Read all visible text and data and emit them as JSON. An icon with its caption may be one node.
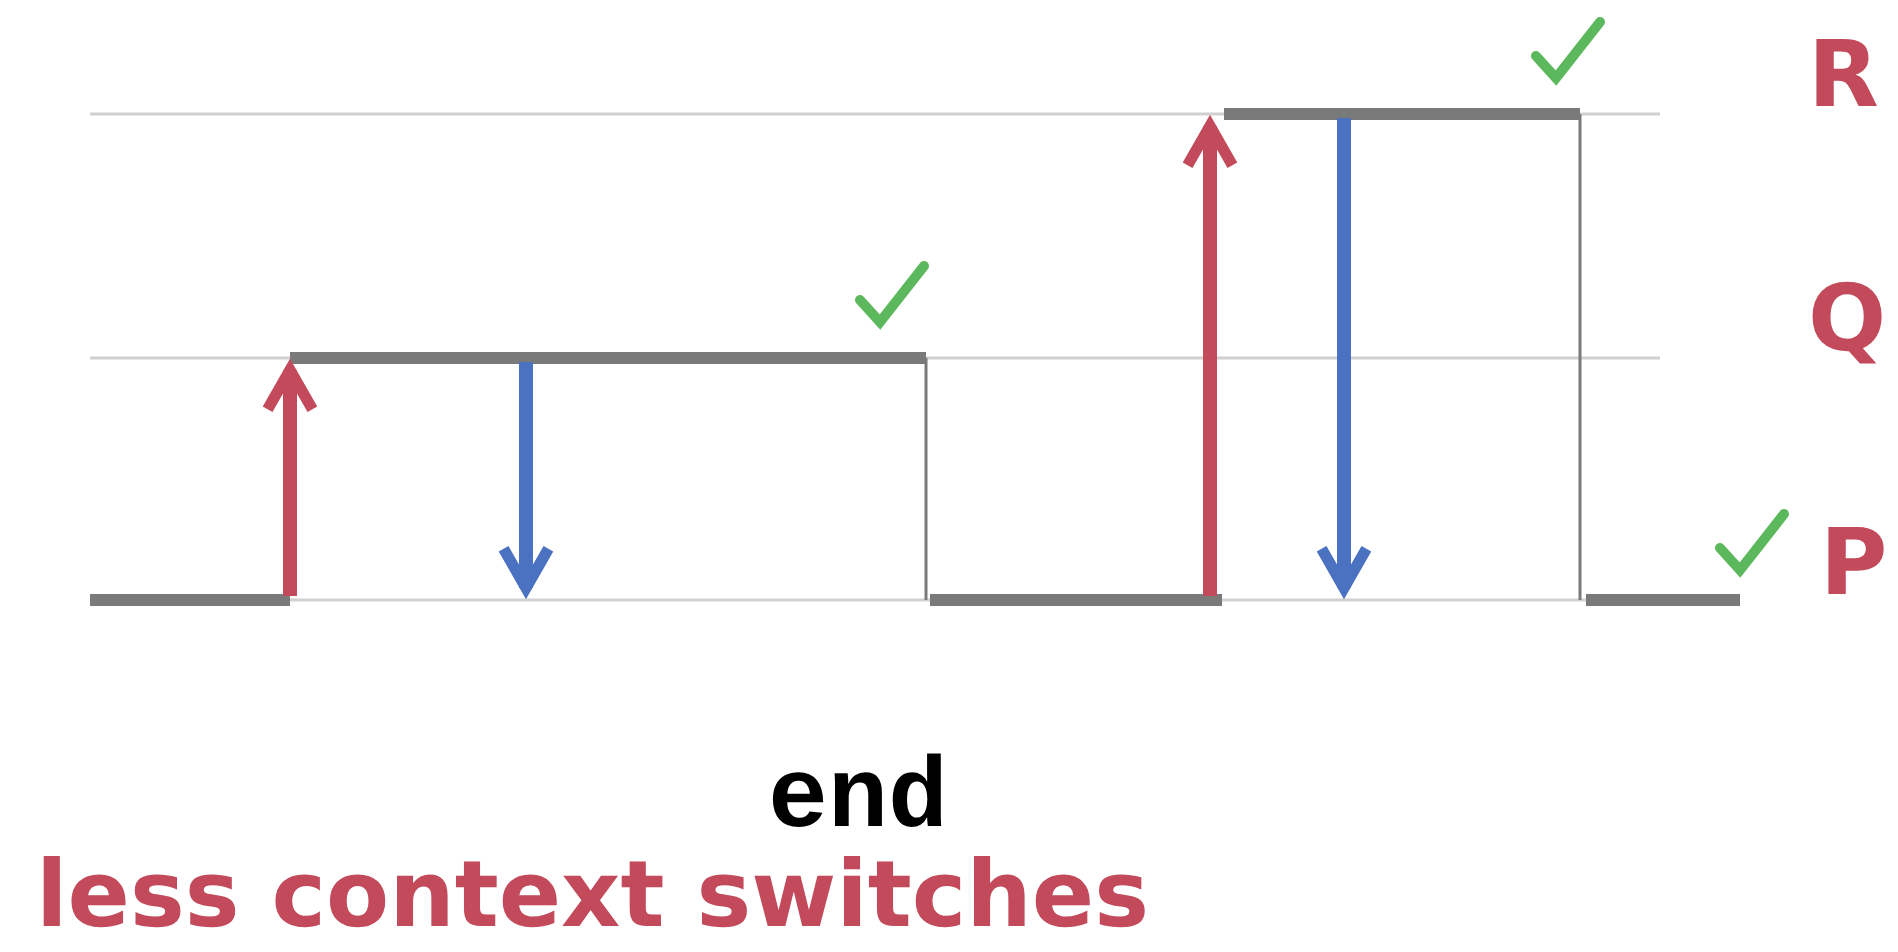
{
  "diagram": {
    "labels": [
      "R",
      "Q",
      "P",
      "end",
      "less context switches"
    ]
  }
}
